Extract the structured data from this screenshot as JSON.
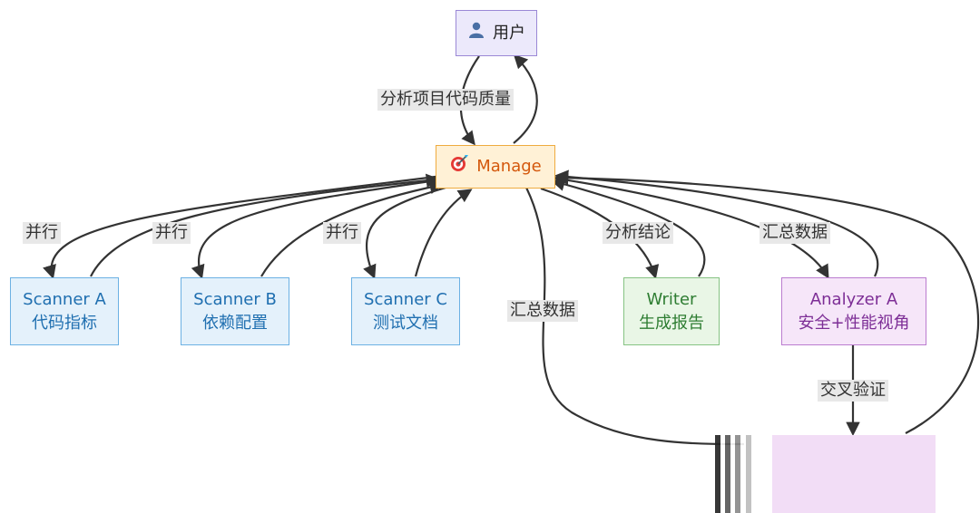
{
  "nodes": {
    "user": {
      "icon": "user-icon",
      "label": "用户"
    },
    "manager": {
      "icon": "target-icon",
      "label": "Manage"
    },
    "scanner_a": {
      "line1": "Scanner A",
      "line2": "代码指标"
    },
    "scanner_b": {
      "line1": "Scanner B",
      "line2": "依赖配置"
    },
    "scanner_c": {
      "line1": "Scanner C",
      "line2": "测试文档"
    },
    "writer": {
      "line1": "Writer",
      "line2": "生成报告"
    },
    "analyzer_a": {
      "line1": "Analyzer A",
      "line2": "安全+性能视角"
    },
    "analyzer_b": {
      "label": ""
    }
  },
  "edge_labels": {
    "user_to_manager": "分析项目代码质量",
    "parallel_a": "并行",
    "parallel_b": "并行",
    "parallel_c": "并行",
    "to_writer": "分析结论",
    "summary_to_analyzer": "汇总数据",
    "summary_to_analyzer_b": "汇总数据",
    "cross_validate": "交叉验证"
  },
  "colors": {
    "edge": "#333333",
    "user_fill": "#ece9fb",
    "manager_fill": "#fff1d6",
    "scanner_fill": "#e4f1fb",
    "writer_fill": "#e9f6e6",
    "analyzer_fill": "#f6e6f9"
  }
}
